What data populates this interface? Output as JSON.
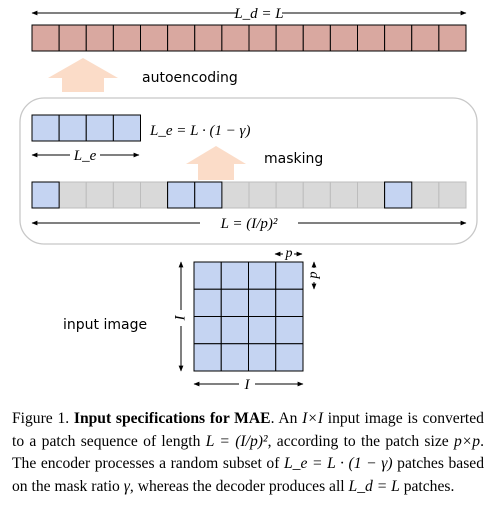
{
  "figure": {
    "decoder_label": "L_d = L",
    "autoencoding_label": "autoencoding",
    "encoder_label": "L_e = L · (1 − γ)",
    "encoder_length_label": "L_e",
    "masking_label": "masking",
    "sequence_label": "L = (I/p)²",
    "input_image_label": "input image",
    "image_size_label": "I",
    "patch_size_label": "p",
    "decoder_patch_count": 16,
    "encoder_patch_count": 4,
    "sequence_patch_count": 16,
    "visible_patch_indices": [
      0,
      5,
      6,
      13
    ],
    "grid_rows": 4,
    "grid_cols": 4,
    "colors": {
      "decoder_patch": "#d9a8a0",
      "visible_patch": "#c5d4f2",
      "masked_patch": "#d9d9d9",
      "grid_patch": "#c5d4f2",
      "arrow": "#fbdcc8",
      "patch_border": "#000000"
    }
  },
  "caption": {
    "label": "Figure 1.",
    "title": "Input specifications for MAE",
    "p1": ". An ",
    "m1": "I×I",
    "p2": " input image is converted to a patch sequence of length ",
    "m2": "L = (I/p)²",
    "p3": ", according to the patch size ",
    "m3": "p×p",
    "p4": ". The encoder processes a random subset of ",
    "m4": "L_e = L · (1 − γ)",
    "p5": " patches based on the mask ratio ",
    "m5": "γ",
    "p6": ", whereas the decoder produces all ",
    "m6": "L_d = L",
    "p7": " patches."
  }
}
